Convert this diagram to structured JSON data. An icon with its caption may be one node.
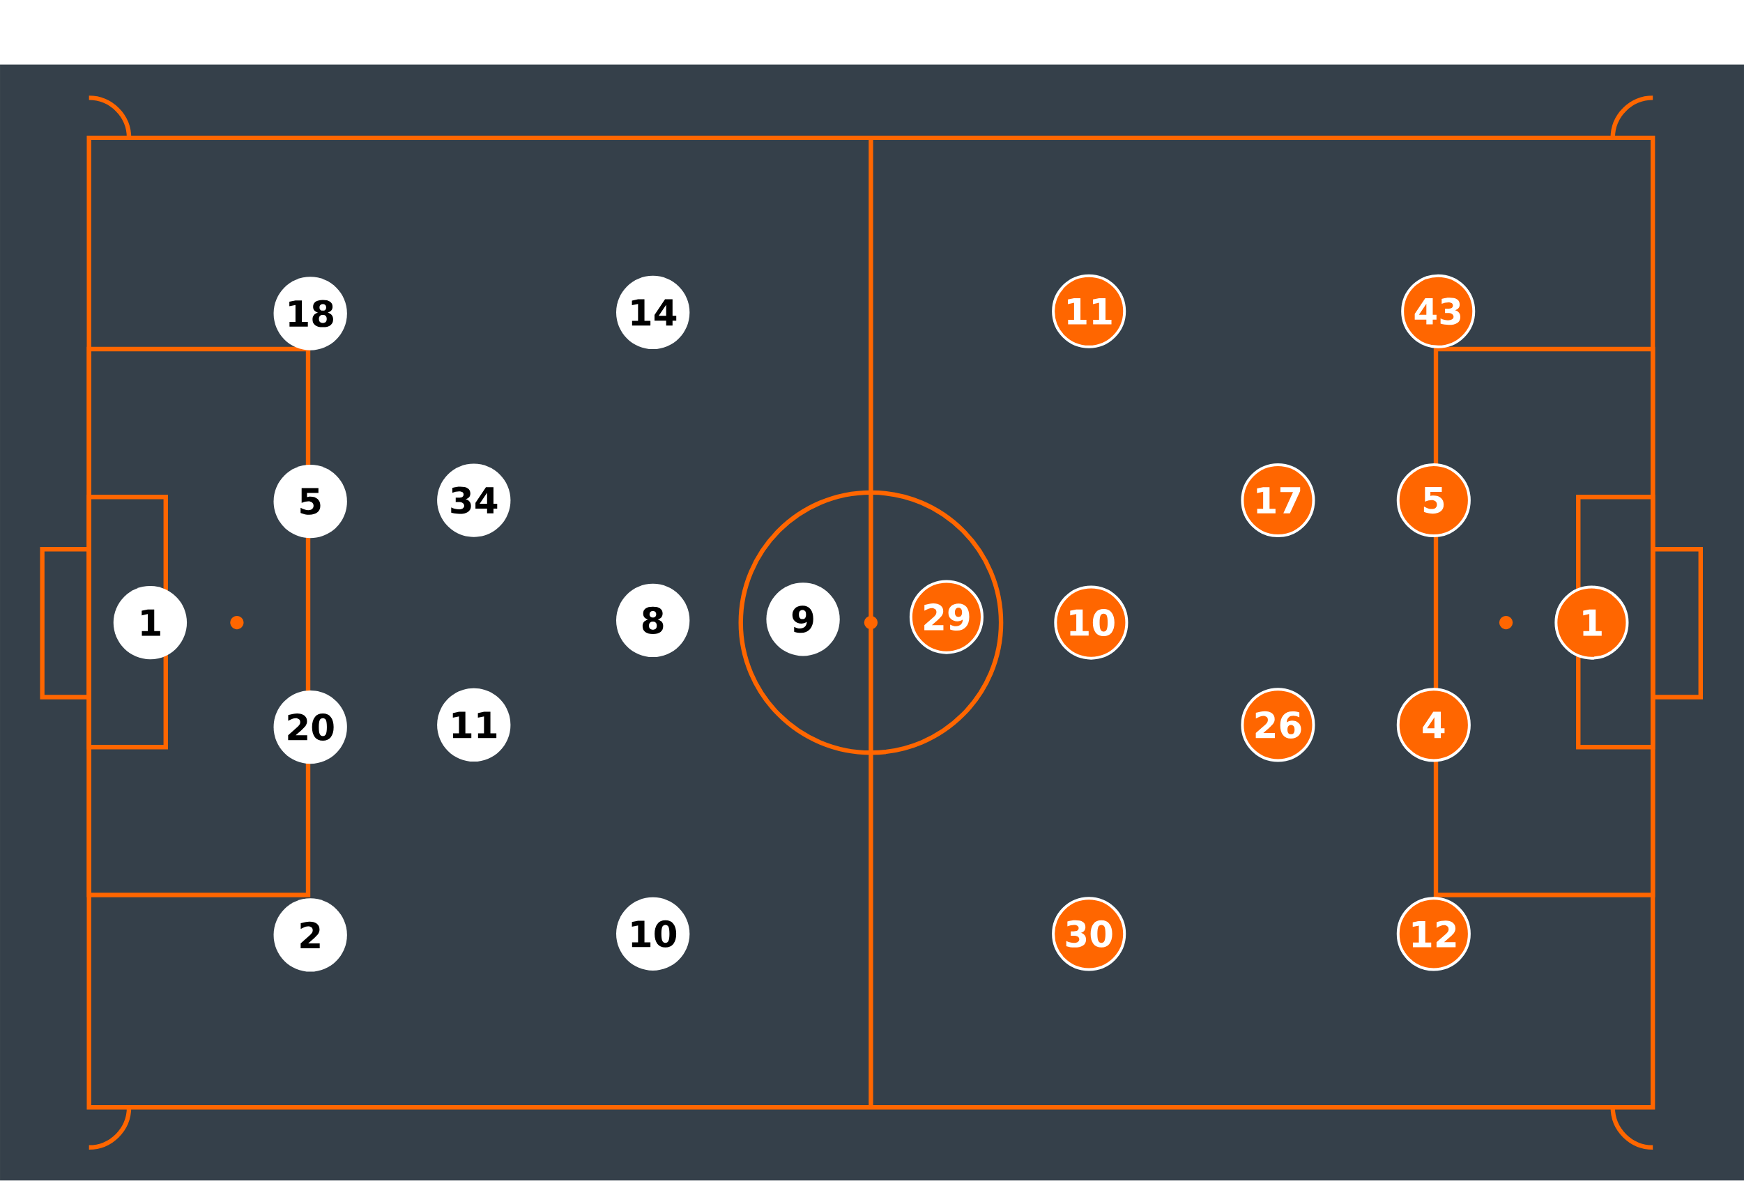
{
  "diagram": {
    "nodes": [
      {
        "text": [
          "18"
        ]
      },
      {
        "text": [
          "14"
        ]
      },
      {
        "text": [
          "5"
        ]
      },
      {
        "text": [
          "34"
        ]
      },
      {
        "text": [
          "1"
        ]
      },
      {
        "text": [
          "8"
        ]
      },
      {
        "text": [
          "9"
        ]
      },
      {
        "text": [
          "20"
        ]
      },
      {
        "text": [
          "11"
        ]
      },
      {
        "text": [
          "2"
        ]
      },
      {
        "text": [
          "10"
        ]
      },
      {
        "text": [
          "11"
        ]
      },
      {
        "text": [
          "43"
        ]
      },
      {
        "text": [
          "17"
        ]
      },
      {
        "text": [
          "5"
        ]
      },
      {
        "text": [
          "29"
        ]
      },
      {
        "text": [
          "10"
        ]
      },
      {
        "text": [
          "1"
        ]
      },
      {
        "text": [
          "26"
        ]
      },
      {
        "text": [
          "4"
        ]
      },
      {
        "text": [
          "30"
        ]
      },
      {
        "text": [
          "12"
        ]
      }
    ]
  }
}
